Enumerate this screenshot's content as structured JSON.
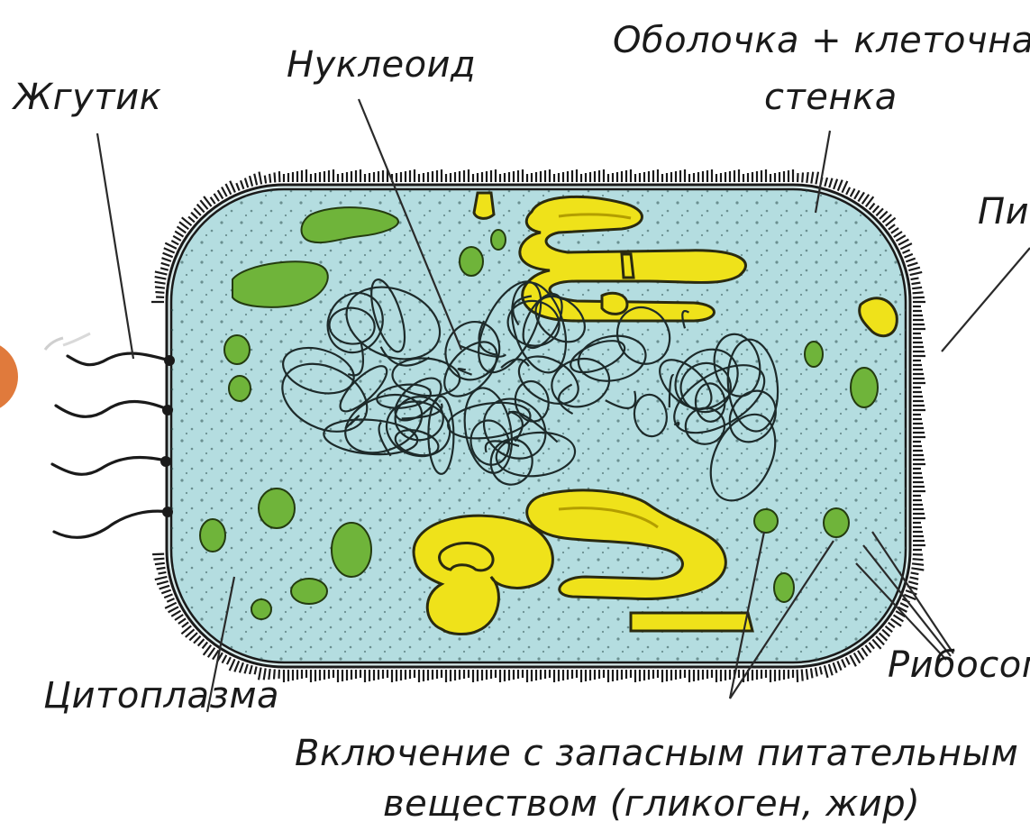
{
  "labels": {
    "flagellum": "Жгутик",
    "nucleoid": "Нуклеоид",
    "membrane_line1": "Оболочка + клеточная",
    "membrane_line2": "стенка",
    "pili": "Пи",
    "ribosomes": "Рибосом",
    "cytoplasm": "Цитоплазма",
    "inclusion_line1": "Включение с запасным питательным",
    "inclusion_line2": "веществом (гликоген, жир)"
  },
  "colors": {
    "cytoplasm": "#b4dde0",
    "inclusion_green": "#6fb43a",
    "inclusion_yellow": "#efe21a",
    "outline": "#1a1a1a",
    "side_circle": "#e07a3c"
  }
}
